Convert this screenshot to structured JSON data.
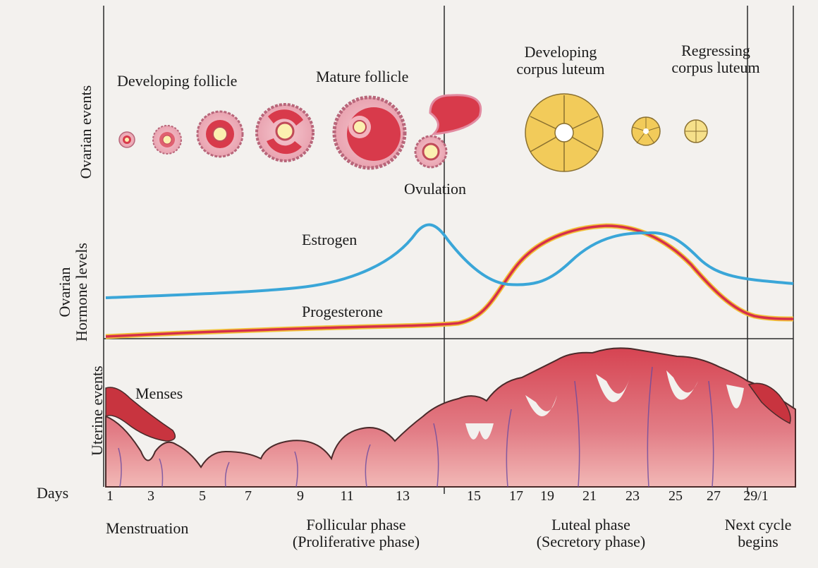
{
  "row_labels": {
    "ovarian_events": "Ovarian events",
    "hormone_levels_line1": "Ovarian",
    "hormone_levels_line2": "Hormone levels",
    "uterine_events": "Uterine events"
  },
  "ovarian_labels": {
    "developing_follicle": "Developing follicle",
    "mature_follicle": "Mature follicle",
    "ovulation": "Ovulation",
    "developing_corpus_luteum_1": "Developing",
    "developing_corpus_luteum_2": "corpus luteum",
    "regressing_corpus_luteum_1": "Regressing",
    "regressing_corpus_luteum_2": "corpus luteum"
  },
  "hormone_labels": {
    "estrogen": "Estrogen",
    "progesterone": "Progesterone"
  },
  "uterine_labels": {
    "menses": "Menses"
  },
  "days": {
    "label": "Days",
    "ticks": [
      "1",
      "3",
      "5",
      "7",
      "9",
      "11",
      "13",
      "15",
      "17",
      "19",
      "21",
      "23",
      "25",
      "27",
      "29/1"
    ]
  },
  "phases": {
    "menstruation": "Menstruation",
    "follicular_1": "Follicular phase",
    "follicular_2": "(Proliferative phase)",
    "luteal_1": "Luteal phase",
    "luteal_2": "(Secretory phase)",
    "next_1": "Next cycle",
    "next_2": "begins"
  },
  "colors": {
    "estrogen": "#3aa6d8",
    "progesterone": "#d62f4a",
    "progesterone_edge": "#f2c23a",
    "tissue": "#e58a92",
    "tissue_dark": "#c8343f",
    "follicle_red": "#d83a4b",
    "luteum_yellow": "#f2cb5a"
  }
}
